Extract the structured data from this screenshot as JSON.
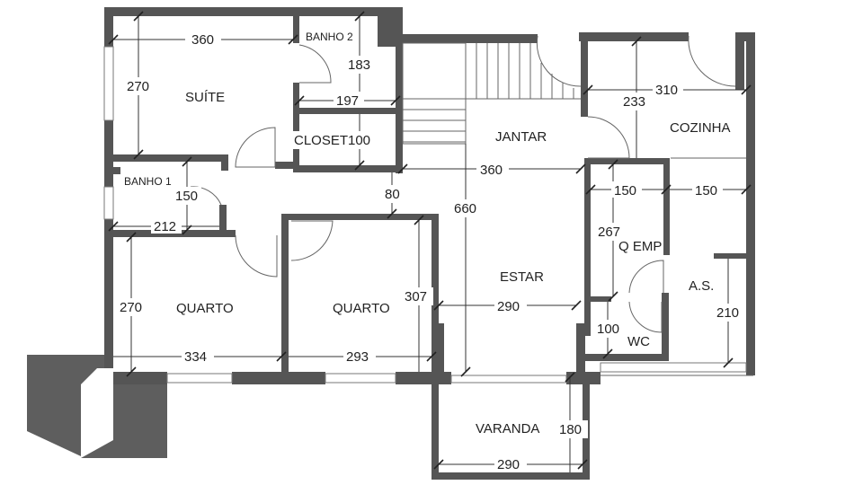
{
  "rooms": {
    "suite": "SUÍTE",
    "banho2": "BANHO 2",
    "closet": "CLOSET",
    "banho1": "BANHO 1",
    "jantar": "JANTAR",
    "cozinha": "COZINHA",
    "q_emp": "Q EMP",
    "as": "A.S.",
    "wc": "WC",
    "estar": "ESTAR",
    "quarto1": "QUARTO",
    "quarto2": "QUARTO",
    "varanda": "VARANDA"
  },
  "dimensions": {
    "suite_width": "360",
    "suite_height": "270",
    "banho2_height": "183",
    "banho2_width": "197",
    "closet_height": "100",
    "banho1_height": "150",
    "banho1_width": "212",
    "jantar_width": "360",
    "hall_gap": "80",
    "living_height": "660",
    "kitchen_top": "310",
    "kitchen_height": "233",
    "q_emp_width": "150",
    "as_width": "150",
    "q_emp_height": "267",
    "wc_height": "100",
    "as_height": "210",
    "quarto1_height": "270",
    "quarto1_width": "334",
    "quarto2_height": "307",
    "quarto2_width": "293",
    "estar_width": "290",
    "varanda_height": "180",
    "varanda_width": "290"
  },
  "logo_icon": "cube-logo-icon"
}
